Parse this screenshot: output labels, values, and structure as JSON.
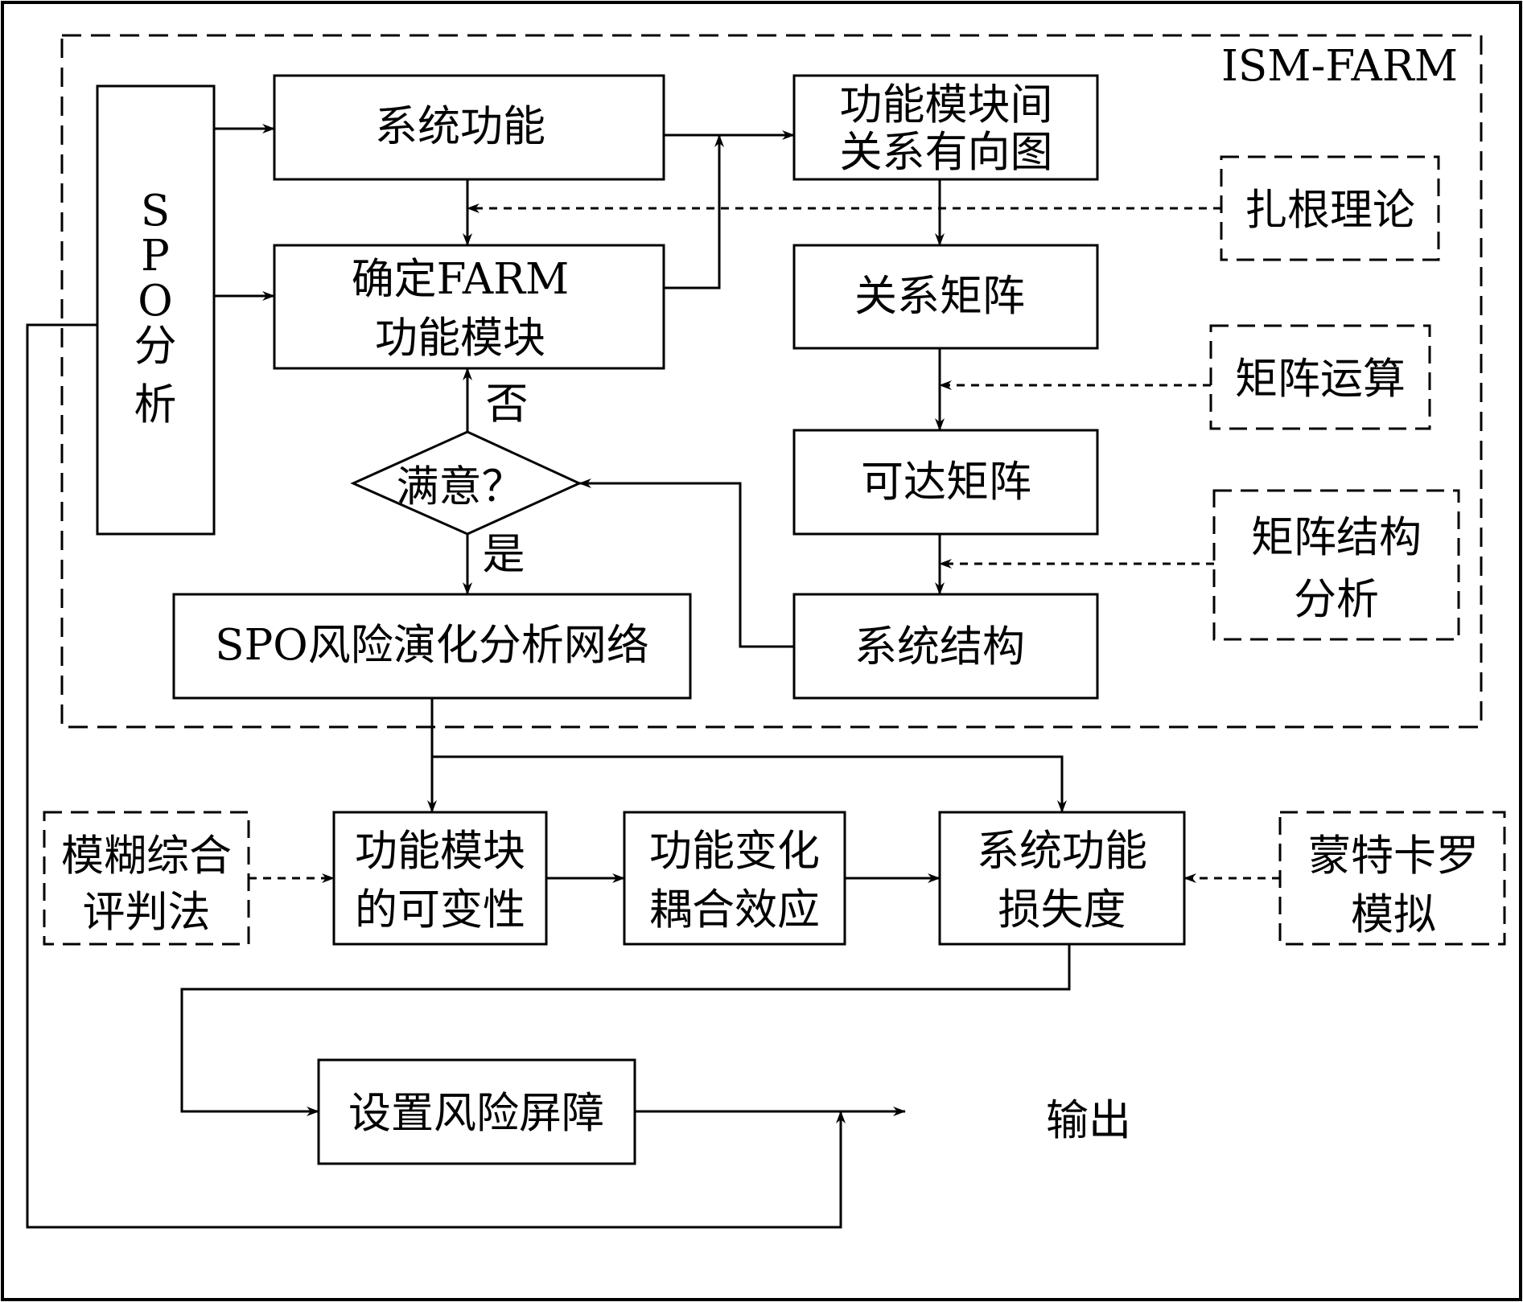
{
  "frame_label": "ISM-FARM",
  "nodes": {
    "spo_analysis": [
      "S",
      "P",
      "O",
      "分",
      "析"
    ],
    "system_function": "系统功能",
    "module_relation_digraph": [
      "功能模块间",
      "关系有向图"
    ],
    "zagen_theory": "扎根理论",
    "determine_farm_modules": [
      "确定FARM",
      "功能模块"
    ],
    "relation_matrix": "关系矩阵",
    "matrix_operation": "矩阵运算",
    "satisfied": "满意？",
    "no_label": "否",
    "yes_label": "是",
    "reachability_matrix": "可达矩阵",
    "matrix_structure_analysis": [
      "矩阵结构",
      "分析"
    ],
    "spo_risk_network": "SPO风险演化分析网络",
    "system_structure": "系统结构",
    "fuzzy_comprehensive_evaluation": [
      "模糊综合",
      "评判法"
    ],
    "module_variability": [
      "功能模块",
      "的可变性"
    ],
    "function_coupling_effect": [
      "功能变化",
      "耦合效应"
    ],
    "system_function_loss": [
      "系统功能",
      "损失度"
    ],
    "monte_carlo_simulation": [
      "蒙特卡罗",
      "模拟"
    ],
    "set_risk_barrier": "设置风险屏障",
    "output": "输出"
  }
}
